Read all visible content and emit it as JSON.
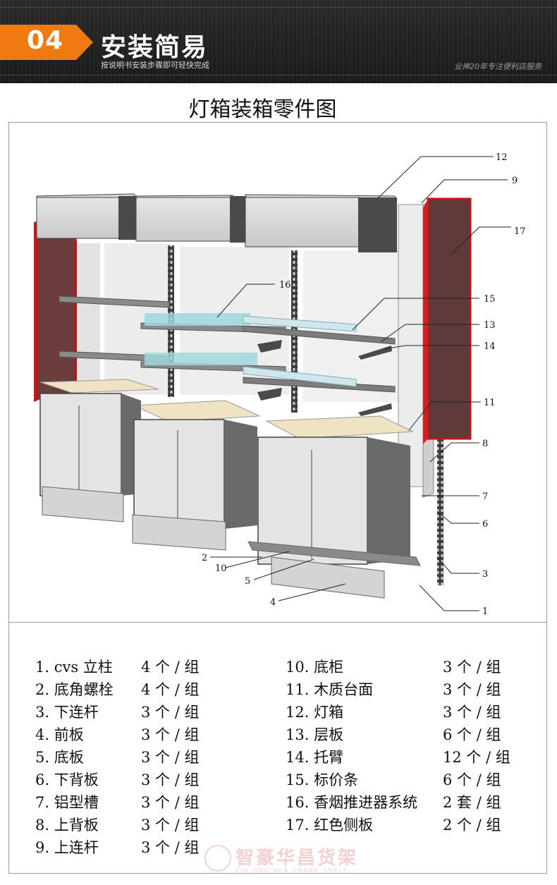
{
  "header": {
    "number": "04",
    "title": "安装简易",
    "subtitle": "按说明书安装步骤即可轻快完成",
    "tagline": "业神20年专注便利店服务",
    "accent_color": "#f07a12"
  },
  "diagram": {
    "title": "灯箱装箱零件图",
    "callouts": [
      "12",
      "9",
      "17",
      "16",
      "15",
      "13",
      "14",
      "11",
      "8",
      "7",
      "6",
      "3",
      "1",
      "2",
      "10",
      "5",
      "4"
    ]
  },
  "parts_left": [
    {
      "name": "1. cvs 立柱",
      "qty": "4 个 / 组"
    },
    {
      "name": "2.  底角螺栓",
      "qty": "4 个 / 组"
    },
    {
      "name": "3.  下连杆",
      "qty": "3 个 / 组"
    },
    {
      "name": "4.  前板",
      "qty": "3 个 / 组"
    },
    {
      "name": "5.  底板",
      "qty": "3 个 / 组"
    },
    {
      "name": "6.  下背板",
      "qty": "3 个 / 组"
    },
    {
      "name": "7.  铝型槽",
      "qty": "3 个 / 组"
    },
    {
      "name": "8.  上背板",
      "qty": "3 个 / 组"
    },
    {
      "name": "9.  上连杆",
      "qty": "3 个 / 组"
    }
  ],
  "parts_right": [
    {
      "name": "10.  底柜",
      "qty": "3 个 / 组"
    },
    {
      "name": "11.  木质台面",
      "qty": "3 个 / 组"
    },
    {
      "name": "12.  灯箱",
      "qty": "3 个 / 组"
    },
    {
      "name": "13.  层板",
      "qty": "6 个 / 组"
    },
    {
      "name": "14.  托臂",
      "qty": "12 个 / 组"
    },
    {
      "name": "15.  标价条",
      "qty": "6 个 / 组"
    },
    {
      "name": "16.  香烟推进器系统",
      "qty": "2 套 / 组"
    },
    {
      "name": "17.  红色侧板",
      "qty": "2 个 / 组"
    }
  ],
  "watermark": {
    "text": "智豪华昌货架",
    "sub": "CHI HAO HUA CHANG SHELF"
  }
}
